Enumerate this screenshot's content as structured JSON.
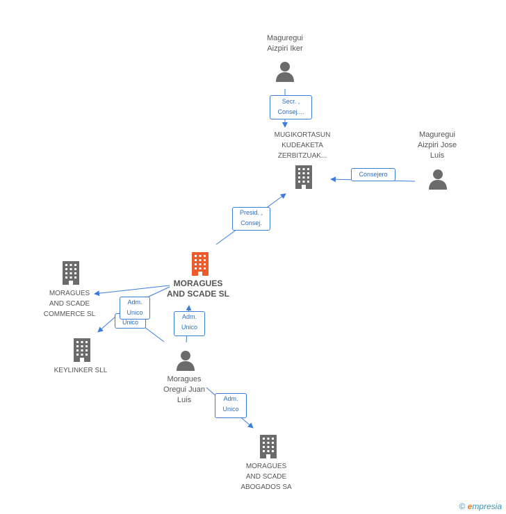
{
  "nodes": {
    "maguregui_iker": {
      "label": "Maguregui\nAizpiri Iker",
      "kind": "person"
    },
    "mugikortasun": {
      "label": "MUGIKORTASUN\nKUDEAKETA\nZERBITZUAK...",
      "kind": "company"
    },
    "maguregui_jose": {
      "label": "Maguregui\nAizpiri Jose\nLuis",
      "kind": "person"
    },
    "moragues_scade": {
      "label": "MORAGUES\nAND SCADE SL",
      "kind": "company-main"
    },
    "commerce": {
      "label": "MORAGUES\nAND SCADE\nCOMMERCE SL",
      "kind": "company"
    },
    "keylinker": {
      "label": "KEYLINKER SLL",
      "kind": "company"
    },
    "moragues_juan": {
      "label": "Moragues\nOregui Juan\nLuis",
      "kind": "person"
    },
    "abogados": {
      "label": "MORAGUES\nAND SCADE\nABOGADOS SA",
      "kind": "company"
    }
  },
  "relations": {
    "secr": "Secr. ,\nConsej....",
    "consejero": "Consejero",
    "presid": "Presid. ,\nConsej.",
    "adm_commerce": "Adm.\nUnico",
    "adm_keylinker": "Unico",
    "adm_main": "Adm.\nUnico",
    "adm_abogados": "Adm.\nUnico"
  },
  "footer": {
    "copyright": "©",
    "brand_e": "e",
    "brand_rest": "mpresia"
  },
  "colors": {
    "edge": "#3b7dd8",
    "icon": "#6b6b6b",
    "main_icon": "#f05a28"
  }
}
